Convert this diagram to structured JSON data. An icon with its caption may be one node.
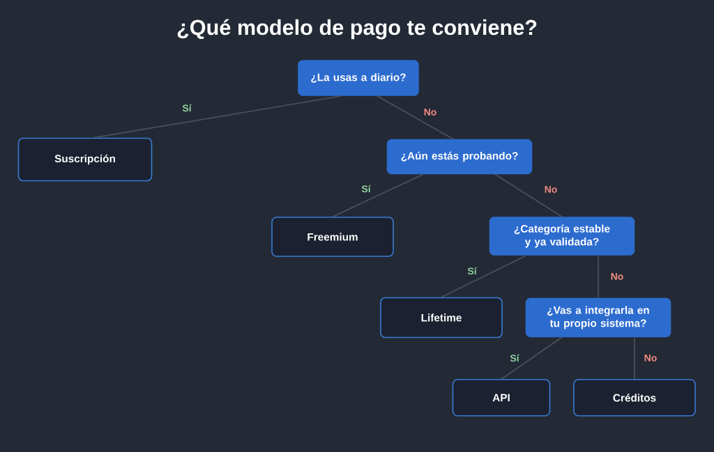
{
  "diagram": {
    "title": "¿Qué modelo de pago te conviene?",
    "nodes": [
      {
        "text": [
          "¿La usas a diario?"
        ]
      },
      {
        "text": [
          "Suscripción"
        ]
      },
      {
        "text": [
          "¿Aún estás probando?"
        ]
      },
      {
        "text": [
          "Freemium"
        ]
      },
      {
        "text": [
          "¿Categoría estable y ya validada?"
        ]
      },
      {
        "text": [
          "Lifetime"
        ]
      },
      {
        "text": [
          "¿Vas a integrarla en tu propio sistema?"
        ]
      },
      {
        "text": [
          "API"
        ]
      },
      {
        "text": [
          "Créditos"
        ]
      }
    ],
    "edges": [
      {
        "from": 0,
        "to": 1,
        "arrow": "none",
        "label": "Sí"
      },
      {
        "from": 0,
        "to": 2,
        "arrow": "none",
        "label": "No"
      },
      {
        "from": 2,
        "to": 3,
        "arrow": "none",
        "label": "Sí"
      },
      {
        "from": 2,
        "to": 4,
        "arrow": "none",
        "label": "No"
      },
      {
        "from": 4,
        "to": 5,
        "arrow": "none",
        "label": "Sí"
      },
      {
        "from": 4,
        "to": 6,
        "arrow": "none",
        "label": "No"
      },
      {
        "from": 6,
        "to": 7,
        "arrow": "none",
        "label": "Sí"
      },
      {
        "from": 6,
        "to": 8,
        "arrow": "none",
        "label": "No"
      }
    ]
  }
}
